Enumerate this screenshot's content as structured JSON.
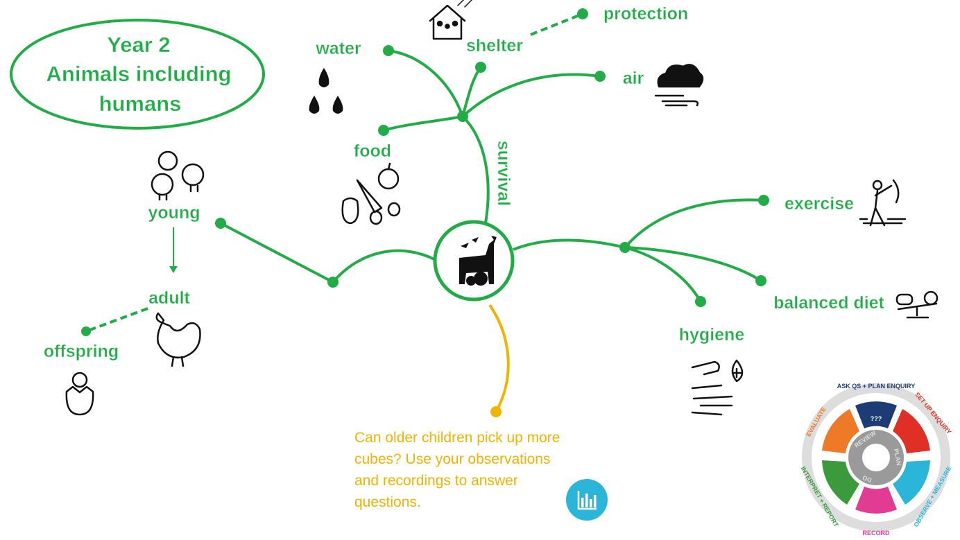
{
  "title": {
    "line1": "Year 2",
    "line2": "Animals including",
    "line3": "humans"
  },
  "branches": {
    "survival": "survival",
    "water": "water",
    "shelter": "shelter",
    "protection": "protection",
    "air": "air",
    "food": "food",
    "exercise": "exercise",
    "balanced_diet": "balanced diet",
    "hygiene": "hygiene",
    "young": "young",
    "adult": "adult",
    "offspring": "offspring"
  },
  "question": {
    "line1": "Can older children pick up more",
    "line2": "cubes? Use your observations",
    "line3": "and recordings to answer",
    "line4": "questions."
  },
  "enquiry_wheel": {
    "outer": [
      "ASK QS + PLAN ENQUIRY",
      "SET UP ENQUIRY",
      "OBSERVE + MEASURE",
      "RECORD",
      "INTERPRET + REPORT",
      "EVALUATE"
    ],
    "inner": [
      "REVIEW",
      "PLAN",
      "DO"
    ],
    "question_marks": "???"
  },
  "colors": {
    "green": "#22ac48",
    "yellow": "#f0b400",
    "chart_icon": "#2bb5d8"
  }
}
